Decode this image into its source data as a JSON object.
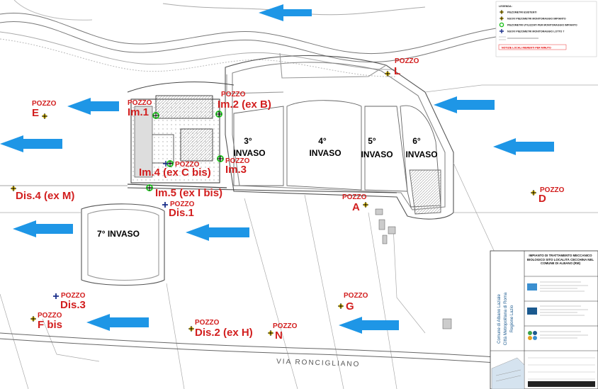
{
  "legend": {
    "title": "LEGENDA:",
    "items": [
      {
        "label": "PIEZOMETRI ESISTENTI",
        "icon": "cross-marker-icon"
      },
      {
        "label": "NUOVI PIEZOMETRI MONITORAGGIO IMPIANTO",
        "icon": "cross-marker-icon"
      },
      {
        "label": "PIEZOMETRI UTILIZZATI PER MONITORAGGIO IMPIANTO",
        "icon": "green-circle-icon"
      },
      {
        "label": "NUOVI PIEZOMETRI MONITORAGGIO LOTTO 7",
        "icon": "blue-cross-marker-icon"
      }
    ],
    "note": "NOTIZIE LOCALI INERENTI PER MINUTO"
  },
  "wells": [
    {
      "id": "L",
      "top": "POZZO",
      "name": "L"
    },
    {
      "id": "E",
      "top": "POZZO",
      "name": "E"
    },
    {
      "id": "Im1",
      "top": "POZZO",
      "name": "Im.1"
    },
    {
      "id": "Im2",
      "top": "POZZO",
      "name": "Im.2 (ex B)"
    },
    {
      "id": "Im3",
      "top": "POZZO",
      "name": "Im.3"
    },
    {
      "id": "Im4",
      "top": "POZZO",
      "name": "Im.4 (ex C bis)"
    },
    {
      "id": "Im5",
      "top": "",
      "name": "Im.5 (ex I bis)"
    },
    {
      "id": "Dis4",
      "top": "",
      "name": "Dis.4 (ex M)"
    },
    {
      "id": "A",
      "top": "POZZO",
      "name": "A"
    },
    {
      "id": "D",
      "top": "POZZO",
      "name": "D"
    },
    {
      "id": "Dis1",
      "top": "POZZO",
      "name": "Dis.1"
    },
    {
      "id": "Dis3",
      "top": "POZZO",
      "name": "Dis.3"
    },
    {
      "id": "Fbis",
      "top": "POZZO",
      "name": "F bis"
    },
    {
      "id": "G",
      "top": "POZZO",
      "name": "G"
    },
    {
      "id": "Dis2",
      "top": "POZZO",
      "name": "Dis.2 (ex H)"
    },
    {
      "id": "N",
      "top": "POZZO",
      "name": "N"
    }
  ],
  "basins": [
    {
      "id": "b3",
      "num": "3°",
      "label": "INVASO"
    },
    {
      "id": "b4",
      "num": "4°",
      "label": "INVASO"
    },
    {
      "id": "b5",
      "num": "5°",
      "label": "INVASO"
    },
    {
      "id": "b6",
      "num": "6°",
      "label": "INVASO"
    },
    {
      "id": "b7",
      "num": "",
      "label": "7° INVASO"
    }
  ],
  "road_name": "VIA RONCIGLIANO",
  "title_block": {
    "side_text": [
      "Comune di Albano Laziale",
      "Città Metropolitana di Roma",
      "Regione Lazio"
    ],
    "project": "IMPIANTO DI TRATTAMENTO MECCANICO BIOLOGICO SITO LOCALITÀ CECCHINA NEL COMUNE DI ALBANO (RM)"
  },
  "colors": {
    "well_label": "#d21e1e",
    "flow_arrow": "#1e96e6",
    "piezometer_green": "#22c322",
    "piezometer_blue": "#1a2f8a",
    "marker_yellow": "#f2d21e"
  }
}
